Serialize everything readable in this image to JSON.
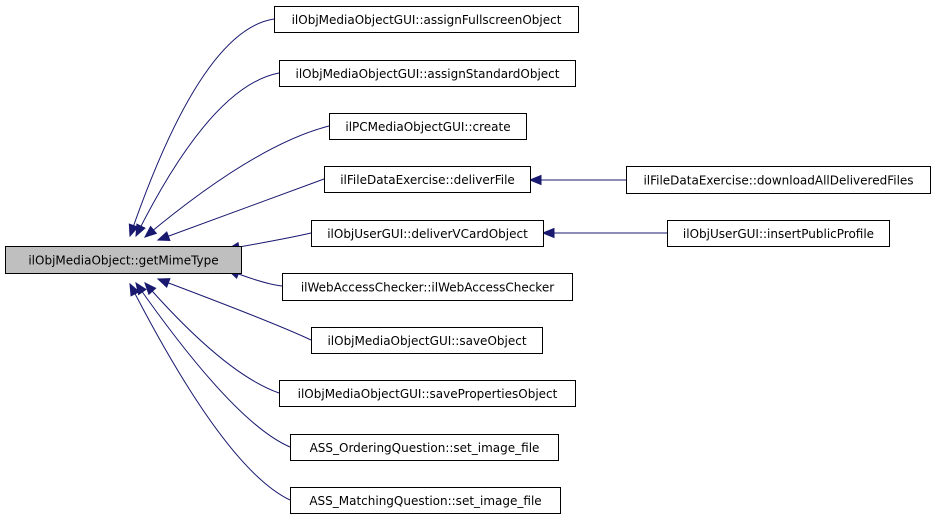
{
  "colors": {
    "edge": "#191970",
    "focus_fill": "#bfbfbf",
    "node_fill": "#ffffff",
    "border": "#000000"
  },
  "nodes": [
    {
      "id": "n0",
      "label": "ilObjMediaObject::getMimeType",
      "focus": true
    },
    {
      "id": "n1",
      "label": "ilObjMediaObjectGUI::assignFullscreenObject"
    },
    {
      "id": "n2",
      "label": "ilObjMediaObjectGUI::assignStandardObject"
    },
    {
      "id": "n3",
      "label": "ilPCMediaObjectGUI::create"
    },
    {
      "id": "n4",
      "label": "ilFileDataExercise::deliverFile"
    },
    {
      "id": "n5",
      "label": "ilObjUserGUI::deliverVCardObject"
    },
    {
      "id": "n6",
      "label": "ilWebAccessChecker::ilWebAccessChecker"
    },
    {
      "id": "n7",
      "label": "ilObjMediaObjectGUI::saveObject"
    },
    {
      "id": "n8",
      "label": "ilObjMediaObjectGUI::savePropertiesObject"
    },
    {
      "id": "n9",
      "label": "ASS_OrderingQuestion::set_image_file"
    },
    {
      "id": "n10",
      "label": "ASS_MatchingQuestion::set_image_file"
    },
    {
      "id": "n11",
      "label": "ilFileDataExercise::downloadAllDeliveredFiles"
    },
    {
      "id": "n12",
      "label": "ilObjUserGUI::insertPublicProfile"
    }
  ],
  "edges": [
    {
      "from": "n1",
      "to": "n0"
    },
    {
      "from": "n2",
      "to": "n0"
    },
    {
      "from": "n3",
      "to": "n0"
    },
    {
      "from": "n4",
      "to": "n0"
    },
    {
      "from": "n5",
      "to": "n0"
    },
    {
      "from": "n6",
      "to": "n0"
    },
    {
      "from": "n7",
      "to": "n0"
    },
    {
      "from": "n8",
      "to": "n0"
    },
    {
      "from": "n9",
      "to": "n0"
    },
    {
      "from": "n10",
      "to": "n0"
    },
    {
      "from": "n11",
      "to": "n4"
    },
    {
      "from": "n12",
      "to": "n5"
    }
  ]
}
